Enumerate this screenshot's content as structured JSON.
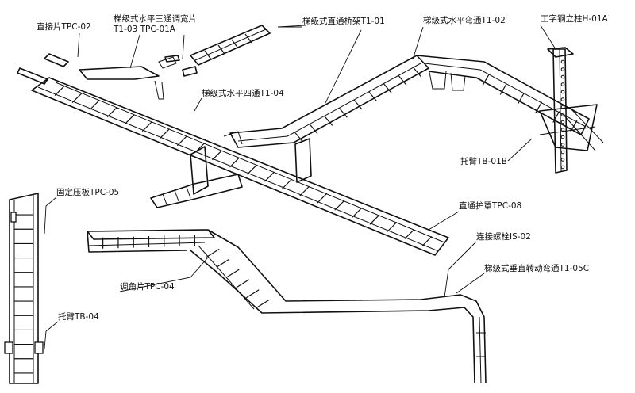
{
  "labels": {
    "tpc02": "直接片TPC-02",
    "tpc01a_l1": "梯级式水平三通调宽片",
    "tpc01a_l2": "T1-03 TPC-01A",
    "t101": "梯级式直通桥架T1-01",
    "t102": "梯级式水平弯通T1-02",
    "h01a": "工字钢立柱H-01A",
    "t104": "梯级式水平四通T1-04",
    "tb01b": "托臂TB-01B",
    "tpc05": "固定压板TPC-05",
    "tpc08": "直通护罩TPC-08",
    "is02": "连接螺栓IS-02",
    "tpc04": "调角片TPC-04",
    "t105c": "梯级式垂直转动弯通T1-05C",
    "tb04": "托臂TB-04"
  }
}
